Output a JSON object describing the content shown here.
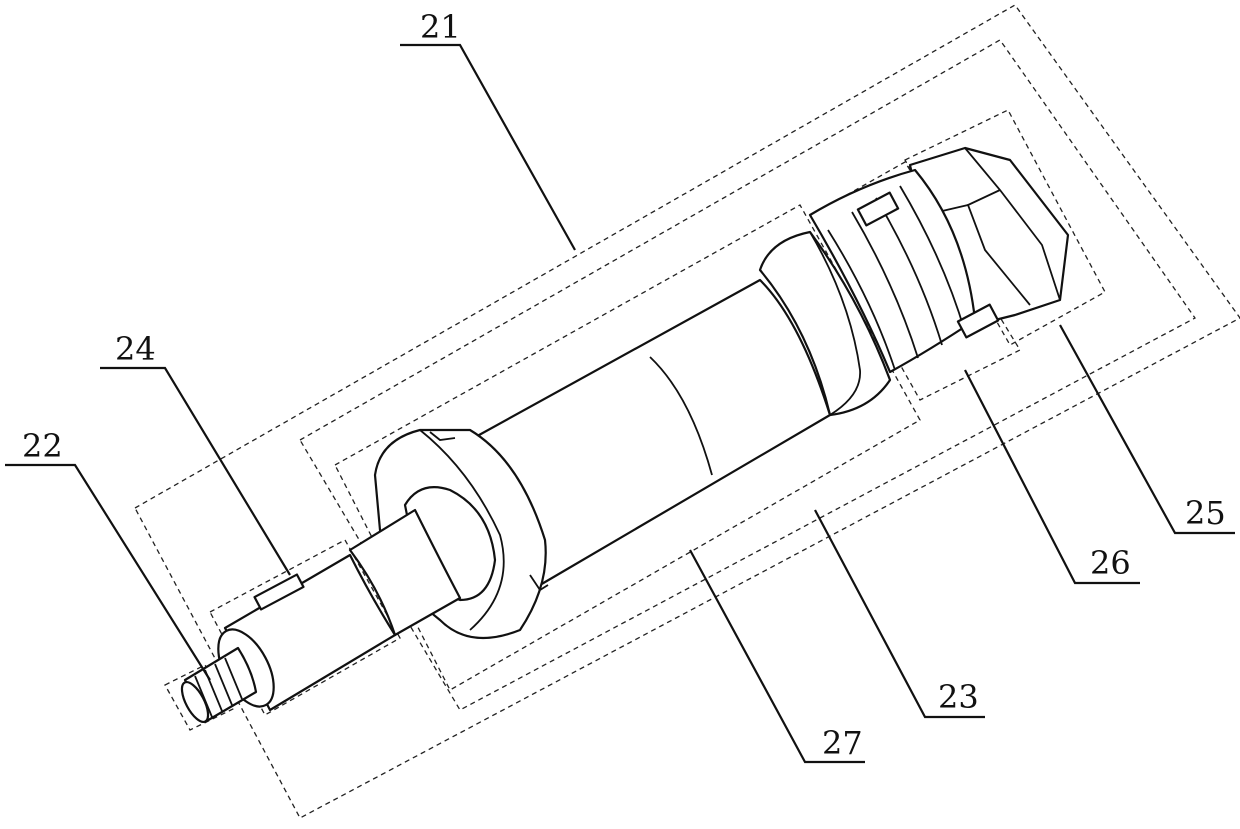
{
  "figure": {
    "labels": {
      "l21": "21",
      "l22": "22",
      "l23": "23",
      "l24": "24",
      "l25": "25",
      "l26": "26",
      "l27": "27"
    }
  }
}
